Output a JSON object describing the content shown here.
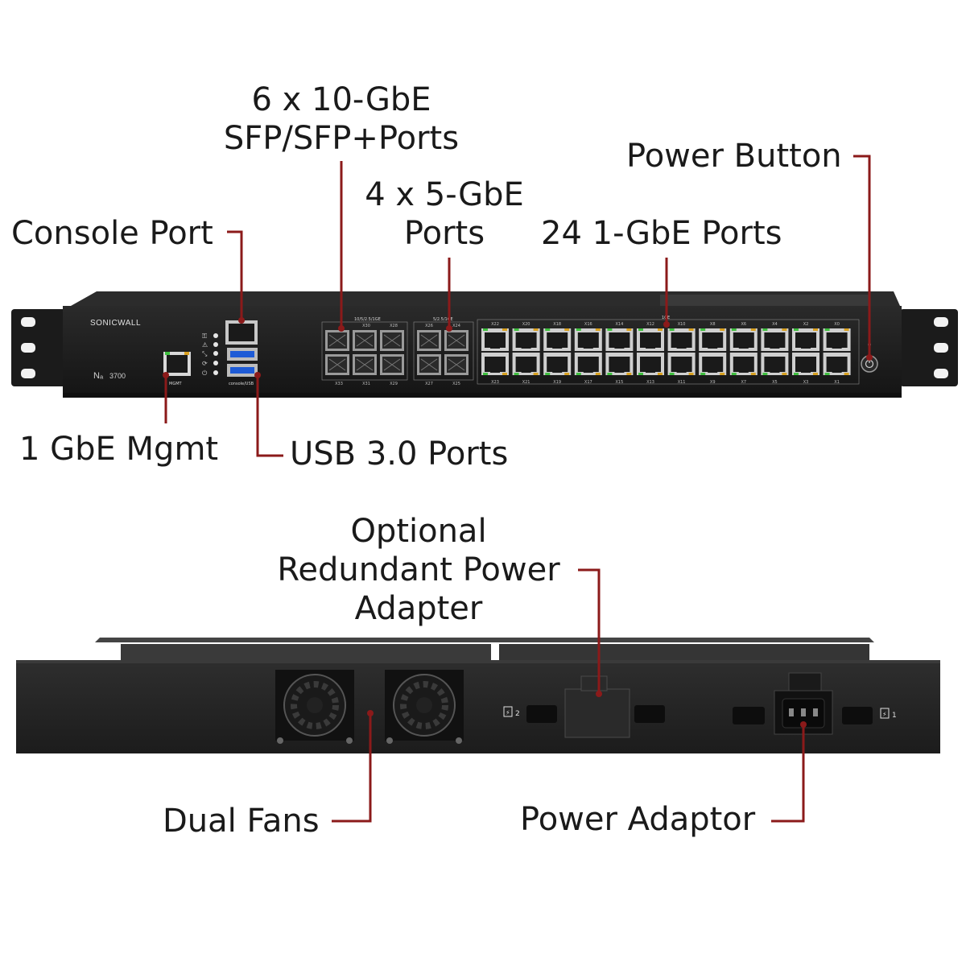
{
  "front": {
    "brand": "SONICWALL",
    "model": "3700",
    "mgmt_label": "MGMT",
    "console_label": "console/USB",
    "sfp_group_label": "10/5/2.5/1GE",
    "five_group_label": "5/2.5/1GE",
    "one_group_label": "1GE",
    "sfp_top_ports": [
      "X30",
      "X28"
    ],
    "sfp_bottom_ports": [
      "X33",
      "X31",
      "X29"
    ],
    "five_top_ports": [
      "X26",
      "X24"
    ],
    "five_bottom_ports": [
      "X27",
      "X25"
    ],
    "gbe_top_ports": [
      "X22",
      "X20",
      "X18",
      "X16",
      "X14",
      "X12",
      "X10",
      "X8",
      "X6",
      "X4",
      "X2",
      "X0"
    ],
    "gbe_bottom_ports": [
      "X23",
      "X21",
      "X19",
      "X17",
      "X15",
      "X13",
      "X11",
      "X9",
      "X7",
      "X5",
      "X3",
      "X1"
    ]
  },
  "rear": {
    "psu_slot_2": "2",
    "psu_slot_1": "1"
  },
  "callouts": {
    "sfp_ports_line1": "6 x 10-GbE",
    "sfp_ports_line2": "SFP/SFP+Ports",
    "five_gbe_line1": "4 x 5-GbE",
    "five_gbe_line2": "Ports",
    "power_button": "Power Button",
    "console_port": "Console Port",
    "one_gbe_ports": "24 1-GbE Ports",
    "mgmt": "1 GbE Mgmt",
    "usb": "USB 3.0 Ports",
    "redundant_line1": "Optional",
    "redundant_line2": "Redundant Power",
    "redundant_line3": "Adapter",
    "dual_fans": "Dual Fans",
    "power_adaptor": "Power Adaptor"
  },
  "colors": {
    "leader": "#8b1a1a",
    "chassis": "#1f1f1f",
    "port_led_green": "#3fbf3f",
    "port_led_amber": "#d8a020"
  }
}
